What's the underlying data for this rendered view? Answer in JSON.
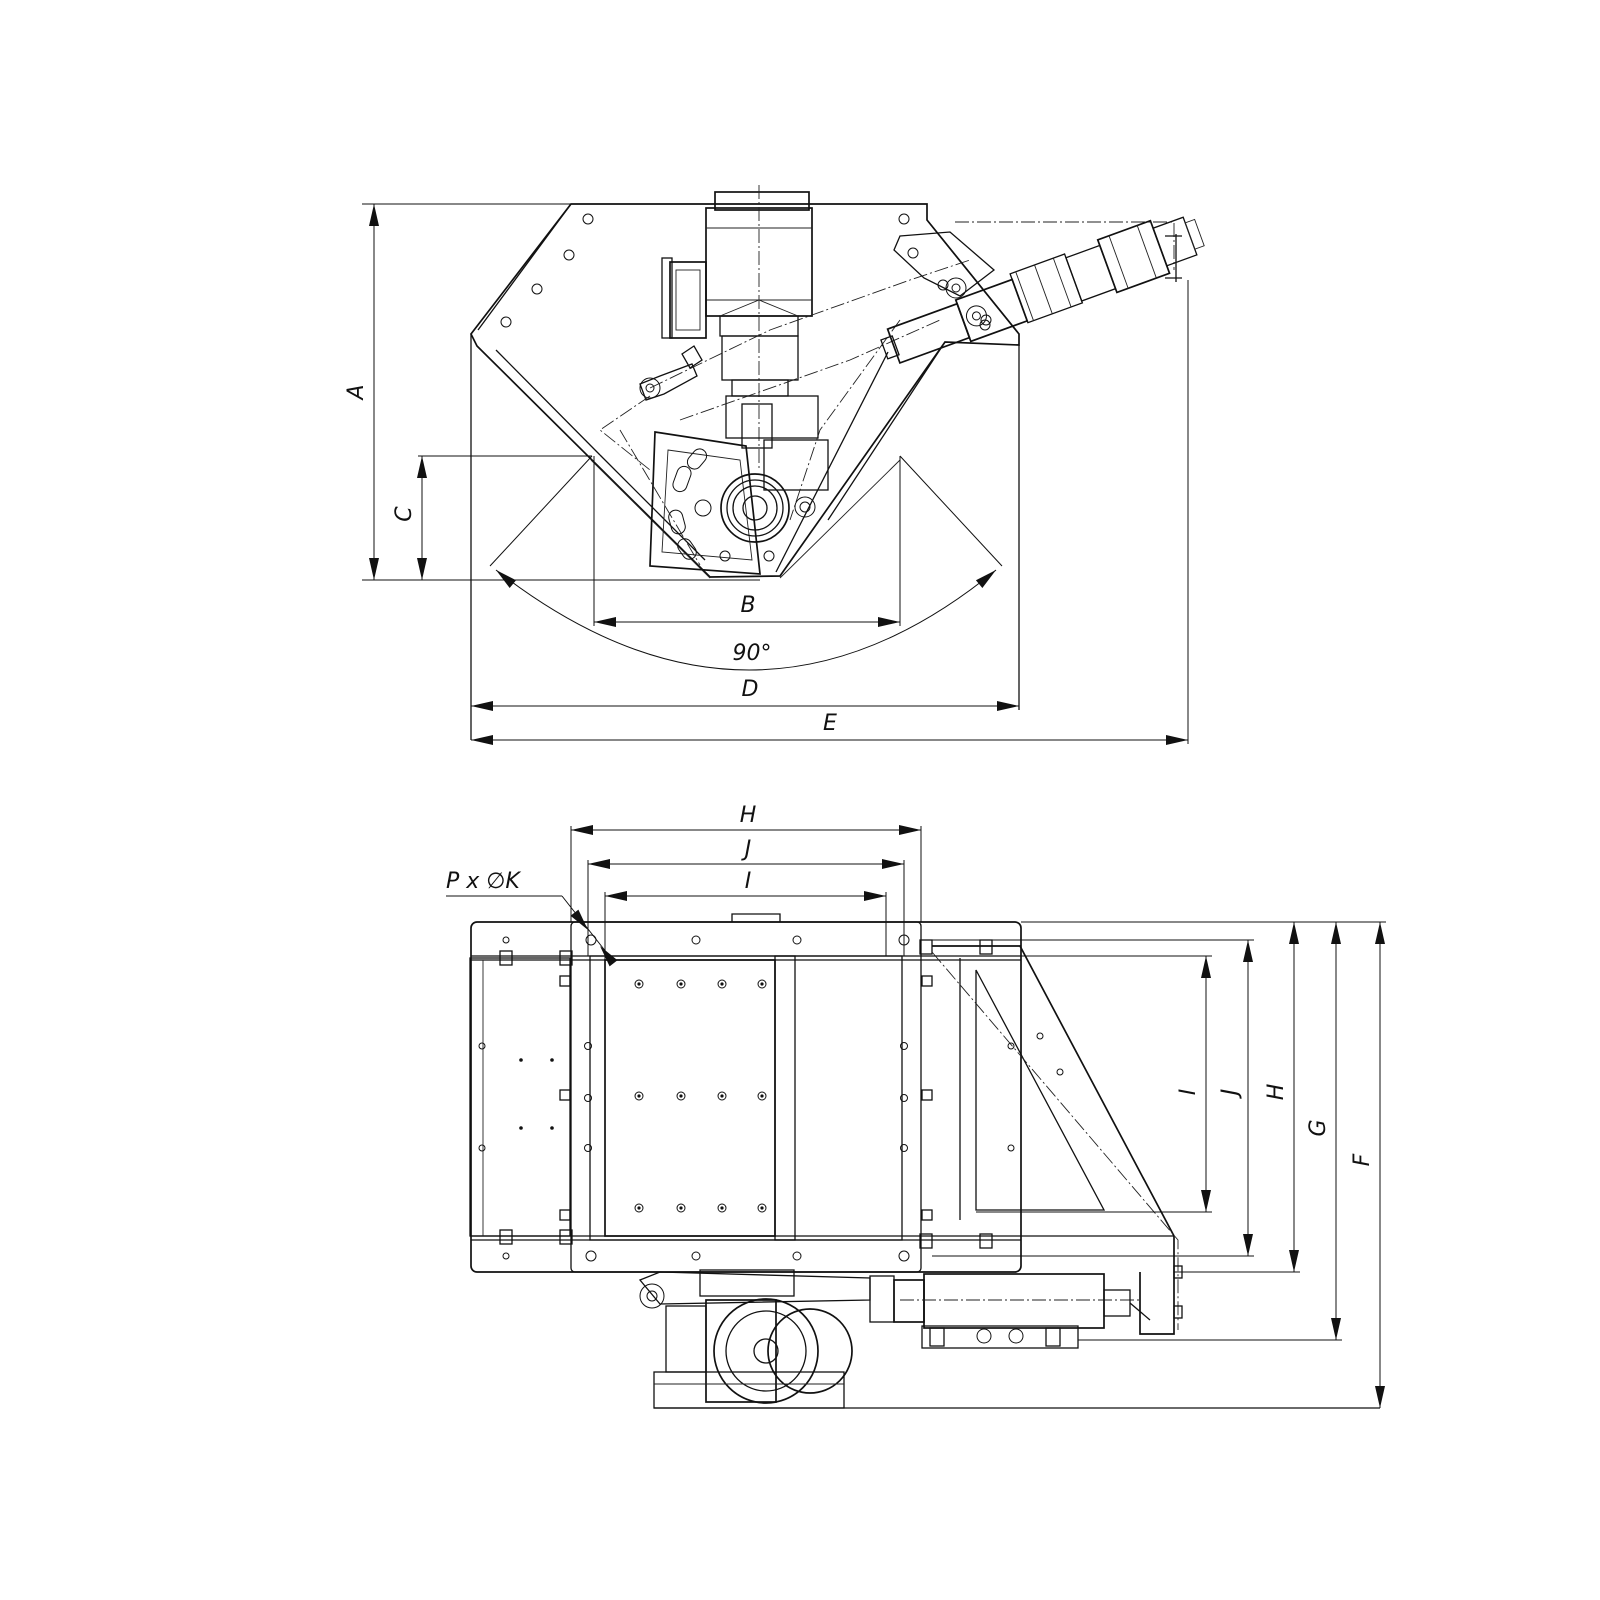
{
  "top_view": {
    "dim_a": "A",
    "dim_b": "B",
    "dim_c": "C",
    "dim_d": "D",
    "dim_e": "E",
    "angle": "90°"
  },
  "bottom_view": {
    "dim_h_horizontal": "H",
    "dim_j_horizontal": "J",
    "dim_i_horizontal": "I",
    "hole_callout": "P x ∅K",
    "dim_i_vertical": "I",
    "dim_j_vertical": "J",
    "dim_h_vertical": "H",
    "dim_g": "G",
    "dim_f": "F"
  }
}
